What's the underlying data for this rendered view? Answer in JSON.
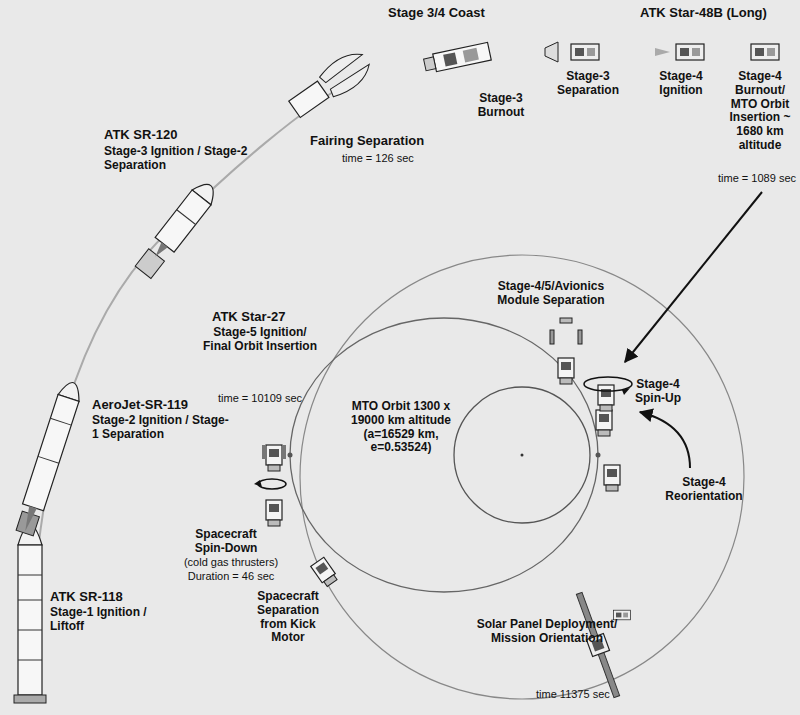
{
  "diagram": {
    "labels": [
      "Stage 3/4 Coast",
      "ATK Star-48B (Long)",
      "Stage-3 Burnout",
      "Stage-3 Separation",
      "Stage-4 Ignition",
      "Stage-4 Burnout/ MTO Orbit Insertion ~ 1680 km altitude",
      "time = 1089 sec",
      "ATK SR-120",
      "Stage-3 Ignition / Stage-2 Separation",
      "Fairing Separation",
      "time = 126 sec",
      "AeroJet-SR-119",
      "Stage-2 Ignition / Stage-1 Separation",
      "ATK SR-118",
      "Stage-1 Ignition / Liftoff",
      "ATK Star-27",
      "Stage-5 Ignition/ Final Orbit Insertion",
      "time = 10109 sec",
      "MTO Orbit 1300 x 19000 km altitude (a=16529 km, e=0.53524)",
      "Spacecraft Spin-Down",
      "(cold gas thrusters)",
      "Duration = 46 sec",
      "Spacecraft Separation from Kick Motor",
      "Stage-4/5/Avionics Module Separation",
      "Stage-4 Spin-Up",
      "Stage-4 Reorientation",
      "Solar Panel Deployment/ Mission Orientation",
      "time 11375 sec"
    ]
  }
}
